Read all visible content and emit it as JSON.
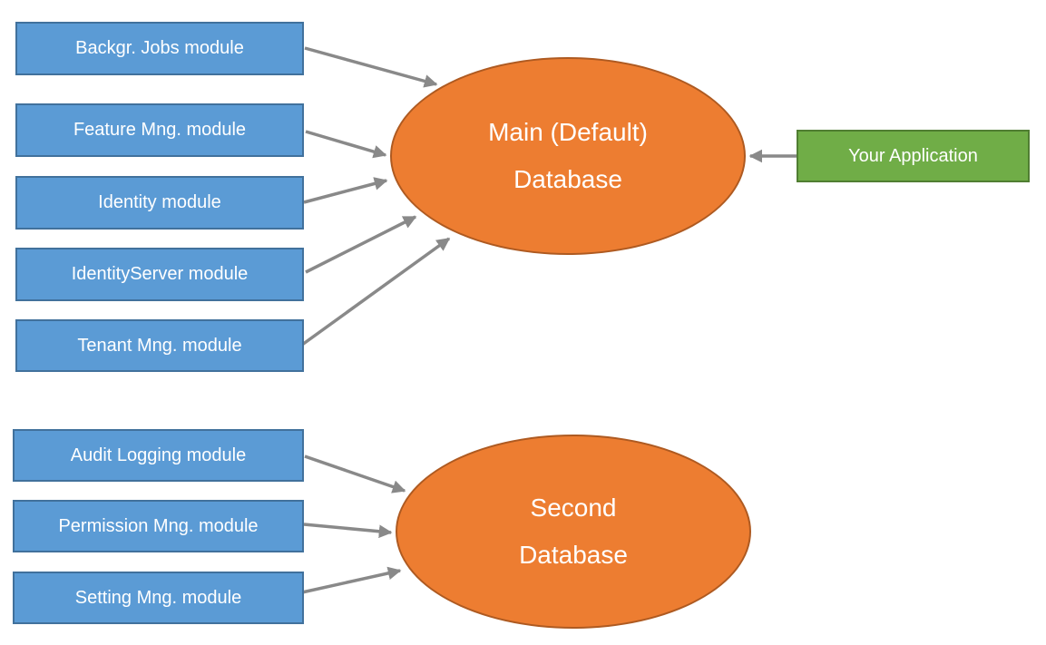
{
  "nodes": {
    "backgr_jobs": {
      "label": "Backgr. Jobs module"
    },
    "feature_mng": {
      "label": "Feature Mng. module"
    },
    "identity": {
      "label": "Identity module"
    },
    "identity_server": {
      "label": "IdentityServer module"
    },
    "tenant_mng": {
      "label": "Tenant Mng. module"
    },
    "audit_logging": {
      "label": "Audit Logging module"
    },
    "permission_mng": {
      "label": "Permission Mng. module"
    },
    "setting_mng": {
      "label": "Setting Mng. module"
    },
    "main_db": {
      "line1": "Main (Default)",
      "line2": "Database"
    },
    "second_db": {
      "line1": "Second",
      "line2": "Database"
    },
    "your_app": {
      "label": "Your Application"
    }
  },
  "edges": [
    {
      "from": "Backgr. Jobs module",
      "to": "Main (Default) Database"
    },
    {
      "from": "Feature Mng. module",
      "to": "Main (Default) Database"
    },
    {
      "from": "Identity module",
      "to": "Main (Default) Database"
    },
    {
      "from": "IdentityServer module",
      "to": "Main (Default) Database"
    },
    {
      "from": "Tenant Mng. module",
      "to": "Main (Default) Database"
    },
    {
      "from": "Your Application",
      "to": "Main (Default) Database"
    },
    {
      "from": "Audit Logging module",
      "to": "Second Database"
    },
    {
      "from": "Permission Mng. module",
      "to": "Second Database"
    },
    {
      "from": "Setting Mng. module",
      "to": "Second Database"
    }
  ],
  "colors": {
    "module_fill": "#5B9BD5",
    "module_border": "#41719C",
    "database_fill": "#ED7D31",
    "database_border": "#AE5A21",
    "application_fill": "#70AD47",
    "application_border": "#507E32",
    "arrow": "#898989",
    "text": "#FFFFFF"
  }
}
